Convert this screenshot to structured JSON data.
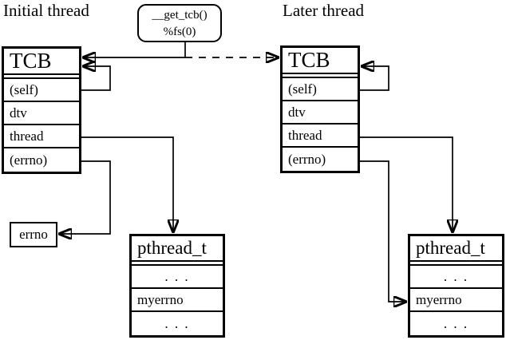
{
  "colors": {
    "ink": "#000000",
    "background": "#ffffff"
  },
  "titles": {
    "initial": "Initial thread",
    "later": "Later thread"
  },
  "accessor": {
    "line1": "__get_tcb()",
    "line2": "%fs(0)"
  },
  "tcb": {
    "header": "TCB",
    "rows": [
      "(self)",
      "dtv",
      "thread",
      "(errno)"
    ]
  },
  "pthread": {
    "header": "pthread_t",
    "rows": [
      ". . .",
      "myerrno",
      ". . ."
    ]
  },
  "errno_box": {
    "label": "errno"
  }
}
